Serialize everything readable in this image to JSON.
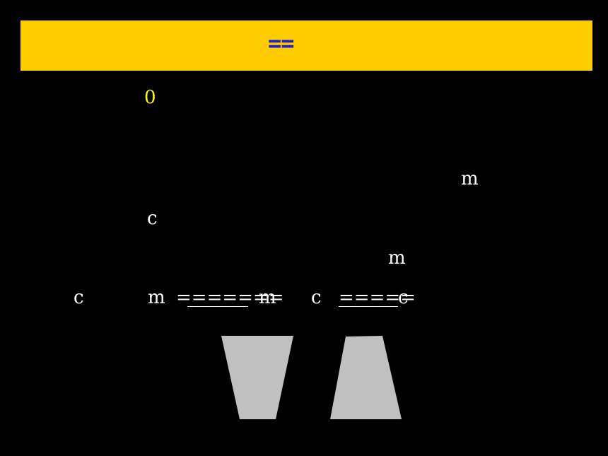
{
  "title": {
    "text": "=="
  },
  "labels": {
    "zero": "0",
    "m1": "m",
    "c1": "c",
    "m2": "m",
    "c2": "c",
    "m3": "m",
    "eq1": "=======",
    "m4": "m",
    "c3": "c",
    "eq2": "=====",
    "c4": "c"
  },
  "colors": {
    "background": "#000000",
    "title_bar": "#ffcc00",
    "title_text": "#1f1fcc",
    "zero_text": "#ffff00",
    "body_text": "#ffffff",
    "shape_fill": "#c0c0c0"
  }
}
